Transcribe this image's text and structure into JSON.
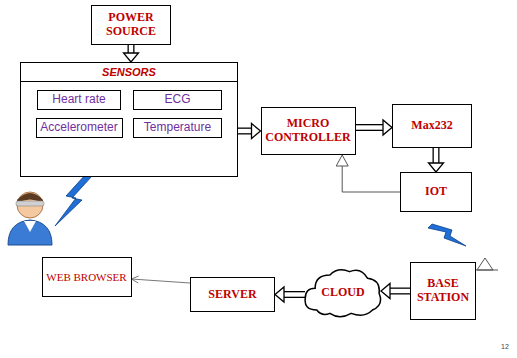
{
  "diagram": {
    "nodes": [
      {
        "text": [
          "POWER SOURCE"
        ]
      },
      {
        "text": [
          "SENSORS"
        ]
      },
      {
        "text": [
          "Heart rate"
        ],
        "in": 1
      },
      {
        "text": [
          "ECG"
        ],
        "in": 1
      },
      {
        "text": [
          "Accelerometer"
        ],
        "in": 1
      },
      {
        "text": [
          "Temperature"
        ],
        "in": 1
      },
      {
        "text": [
          "MICRO CONTROLLER"
        ]
      },
      {
        "text": [
          "Max232"
        ]
      },
      {
        "text": [
          "IOT"
        ]
      },
      {
        "text": [
          "BASE STATION"
        ]
      },
      {
        "text": [
          "CLOUD"
        ]
      },
      {
        "text": [
          "SERVER"
        ]
      },
      {
        "text": [
          "WEB BROWSER"
        ]
      }
    ],
    "edges": [
      {
        "from": 0,
        "to": 1,
        "arrow": "to"
      },
      {
        "from": 1,
        "to": 6,
        "arrow": "to"
      },
      {
        "from": 6,
        "to": 7,
        "arrow": "to"
      },
      {
        "from": 7,
        "to": 8,
        "arrow": "to"
      },
      {
        "from": 8,
        "to": 6,
        "arrow": "to"
      },
      {
        "from": 9,
        "to": 10,
        "arrow": "to"
      },
      {
        "from": 10,
        "to": 11,
        "arrow": "to"
      },
      {
        "from": 11,
        "to": 12,
        "arrow": "to"
      }
    ],
    "labels": [
      "12"
    ]
  }
}
